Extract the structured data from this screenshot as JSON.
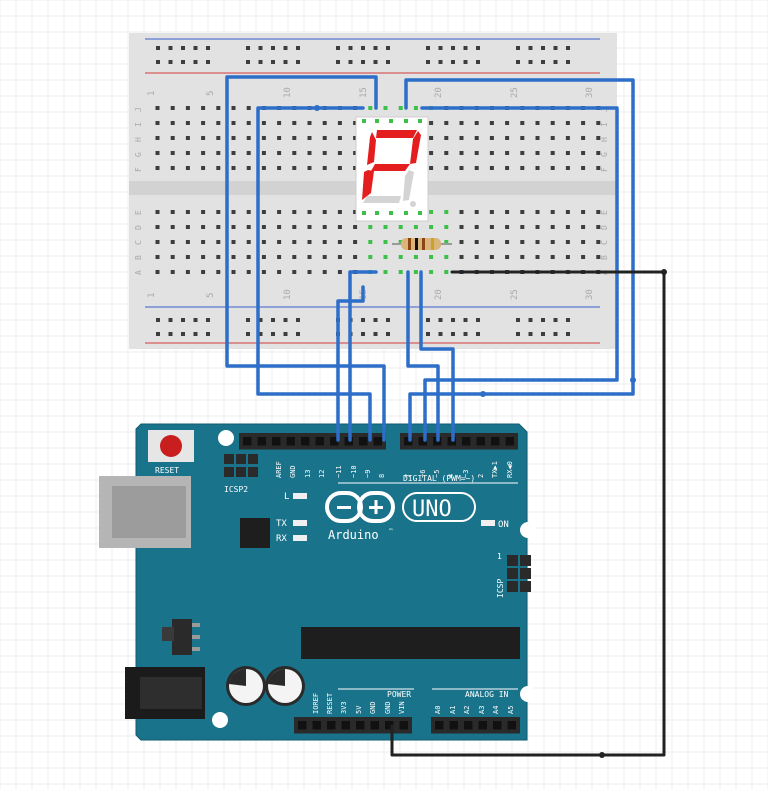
{
  "breadboard": {
    "column_numbers_top": [
      "1",
      "5",
      "10",
      "15",
      "20",
      "25",
      "30"
    ],
    "column_numbers_bottom": [
      "1",
      "5",
      "10",
      "15",
      "20",
      "25",
      "30"
    ],
    "row_letters_top": [
      "J",
      "I",
      "H",
      "G",
      "F"
    ],
    "row_letters_bottom": [
      "E",
      "D",
      "C",
      "B",
      "A"
    ],
    "colors": {
      "body": "#e2e2e2",
      "rail_red": "#d43a3a",
      "rail_blue": "#3a5fcf",
      "hole": "#3d3d3d",
      "lit_hole": "#3cc04a"
    }
  },
  "display": {
    "shown_segments": [
      "a",
      "b",
      "e",
      "f",
      "g"
    ],
    "colors": {
      "on": "#e41e1e",
      "off": "#d4d4d4",
      "body": "#ffffff"
    }
  },
  "resistor": {
    "colors": {
      "body": "#d9b57a",
      "bands": [
        "#8b4513",
        "#111111",
        "#8b4513",
        "#c9a227"
      ]
    }
  },
  "wires": {
    "colors": {
      "signal": "#2d6ec8",
      "ground": "#222222"
    }
  },
  "arduino": {
    "model": "UNO",
    "brand": "Arduino",
    "trademark": "™",
    "reset_label": "RESET",
    "icsp2_label": "ICSP2",
    "icsp_label": "ICSP",
    "icsp_pin1": "1",
    "led_labels": [
      "L",
      "TX",
      "RX"
    ],
    "on_label": "ON",
    "digital_header_label": "DIGITAL (PWM=~)",
    "power_label": "POWER",
    "analog_label": "ANALOG IN",
    "top_pin_labels": [
      "AREF",
      "GND",
      "13",
      "12",
      "~11",
      "~10",
      "~9",
      "8",
      "7",
      "~6",
      "~5",
      "4",
      "~3",
      "2",
      "TX▶1",
      "RX◀0"
    ],
    "power_pin_labels": [
      "IOREF",
      "RESET",
      "3V3",
      "5V",
      "GND",
      "GND",
      "VIN"
    ],
    "analog_pin_labels": [
      "A0",
      "A1",
      "A2",
      "A3",
      "A4",
      "A5"
    ],
    "colors": {
      "board": "#19738b",
      "board_edge": "#0f5b6e",
      "silk": "#ffffff",
      "header": "#2a2a2a"
    }
  }
}
